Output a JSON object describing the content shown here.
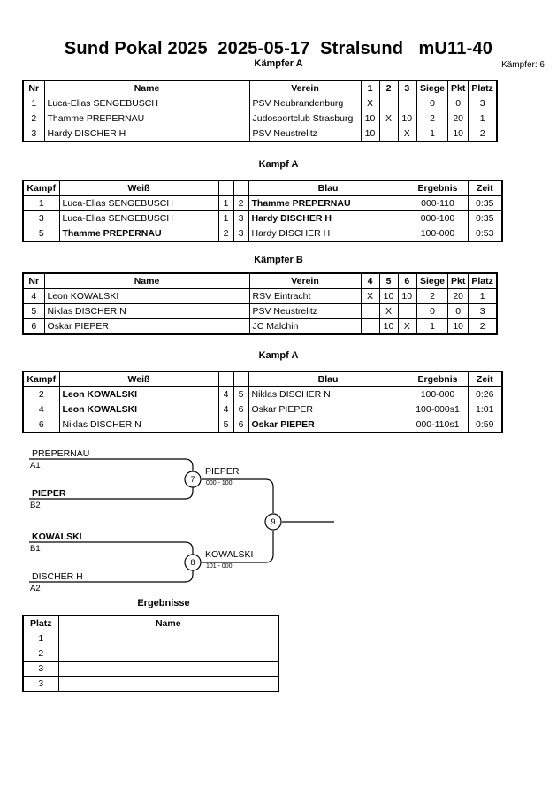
{
  "header": {
    "title": "Sund Pokal 2025  2025-05-17  Stralsund   mU11-40",
    "pool_a_label": "Kämpfer A",
    "pool_b_label": "Kämpfer B",
    "fighters_count_label": "Kämpfer: 6",
    "kampf_a_label_1": "Kampf A",
    "kampf_a_label_2": "Kampf A",
    "results_label": "Ergebnisse"
  },
  "pool_a": {
    "columns": [
      "Nr",
      "Name",
      "Verein",
      "1",
      "2",
      "3",
      "Siege",
      "Pkt",
      "Platz"
    ],
    "rows": [
      {
        "nr": "1",
        "name": "Luca-Elias SENGEBUSCH",
        "verein": "PSV Neubrandenburg",
        "m1": "X",
        "m2": "",
        "m3": "",
        "siege": "0",
        "pkt": "0",
        "platz": "3"
      },
      {
        "nr": "2",
        "name": "Thamme PREPERNAU",
        "verein": "Judosportclub Strasburg",
        "m1": "10",
        "m2": "X",
        "m3": "10",
        "siege": "2",
        "pkt": "20",
        "platz": "1"
      },
      {
        "nr": "3",
        "name": "Hardy DISCHER H",
        "verein": "PSV Neustrelitz",
        "m1": "10",
        "m2": "",
        "m3": "X",
        "siege": "1",
        "pkt": "10",
        "platz": "2"
      }
    ]
  },
  "pool_b": {
    "columns": [
      "Nr",
      "Name",
      "Verein",
      "4",
      "5",
      "6",
      "Siege",
      "Pkt",
      "Platz"
    ],
    "rows": [
      {
        "nr": "4",
        "name": "Leon KOWALSKI",
        "verein": "RSV Eintracht",
        "m1": "X",
        "m2": "10",
        "m3": "10",
        "siege": "2",
        "pkt": "20",
        "platz": "1"
      },
      {
        "nr": "5",
        "name": "Niklas DISCHER N",
        "verein": "PSV Neustrelitz",
        "m1": "",
        "m2": "X",
        "m3": "",
        "siege": "0",
        "pkt": "0",
        "platz": "3"
      },
      {
        "nr": "6",
        "name": "Oskar PIEPER",
        "verein": "JC Malchin",
        "m1": "",
        "m2": "10",
        "m3": "X",
        "siege": "1",
        "pkt": "10",
        "platz": "2"
      }
    ]
  },
  "kampf_a_1": {
    "columns": [
      "Kampf",
      "Weiß",
      "",
      "",
      "Blau",
      "Ergebnis",
      "Zeit"
    ],
    "rows": [
      {
        "kampf": "1",
        "weiss": "Luca-Elias SENGEBUSCH",
        "weiss_bold": false,
        "wnr": "1",
        "bnr": "2",
        "blau": "Thamme PREPERNAU",
        "blau_bold": true,
        "ergebnis": "000-110",
        "zeit": "0:35"
      },
      {
        "kampf": "3",
        "weiss": "Luca-Elias SENGEBUSCH",
        "weiss_bold": false,
        "wnr": "1",
        "bnr": "3",
        "blau": "Hardy DISCHER H",
        "blau_bold": true,
        "ergebnis": "000-100",
        "zeit": "0:35"
      },
      {
        "kampf": "5",
        "weiss": "Thamme PREPERNAU",
        "weiss_bold": true,
        "wnr": "2",
        "bnr": "3",
        "blau": "Hardy DISCHER H",
        "blau_bold": false,
        "ergebnis": "100-000",
        "zeit": "0:53"
      }
    ]
  },
  "kampf_a_2": {
    "columns": [
      "Kampf",
      "Weiß",
      "",
      "",
      "Blau",
      "Ergebnis",
      "Zeit"
    ],
    "rows": [
      {
        "kampf": "2",
        "weiss": "Leon KOWALSKI",
        "weiss_bold": true,
        "wnr": "4",
        "bnr": "5",
        "blau": "Niklas DISCHER N",
        "blau_bold": false,
        "ergebnis": "100-000",
        "zeit": "0:26"
      },
      {
        "kampf": "4",
        "weiss": "Leon KOWALSKI",
        "weiss_bold": true,
        "wnr": "4",
        "bnr": "6",
        "blau": "Oskar PIEPER",
        "blau_bold": false,
        "ergebnis": "100-000s1",
        "zeit": "1:01"
      },
      {
        "kampf": "6",
        "weiss": "Niklas DISCHER N",
        "weiss_bold": false,
        "wnr": "5",
        "bnr": "6",
        "blau": "Oskar PIEPER",
        "blau_bold": true,
        "ergebnis": "000-110s1",
        "zeit": "0:59"
      }
    ]
  },
  "bracket": {
    "entries": [
      {
        "name": "PREPERNAU",
        "seed": "A1",
        "bold": false
      },
      {
        "name": "PIEPER",
        "seed": "B2",
        "bold": true
      },
      {
        "name": "KOWALSKI",
        "seed": "B1",
        "bold": true
      },
      {
        "name": "DISCHER H",
        "seed": "A2",
        "bold": false
      }
    ],
    "matches": [
      {
        "number": "7",
        "winner": "PIEPER",
        "score": "000 - 100"
      },
      {
        "number": "8",
        "winner": "KOWALSKI",
        "score": "101 - 000"
      },
      {
        "number": "9",
        "winner": "",
        "score": ""
      }
    ]
  },
  "results": {
    "columns": [
      "Platz",
      "Name"
    ],
    "rows": [
      {
        "platz": "1",
        "name": ""
      },
      {
        "platz": "2",
        "name": ""
      },
      {
        "platz": "3",
        "name": ""
      },
      {
        "platz": "3",
        "name": ""
      }
    ]
  }
}
